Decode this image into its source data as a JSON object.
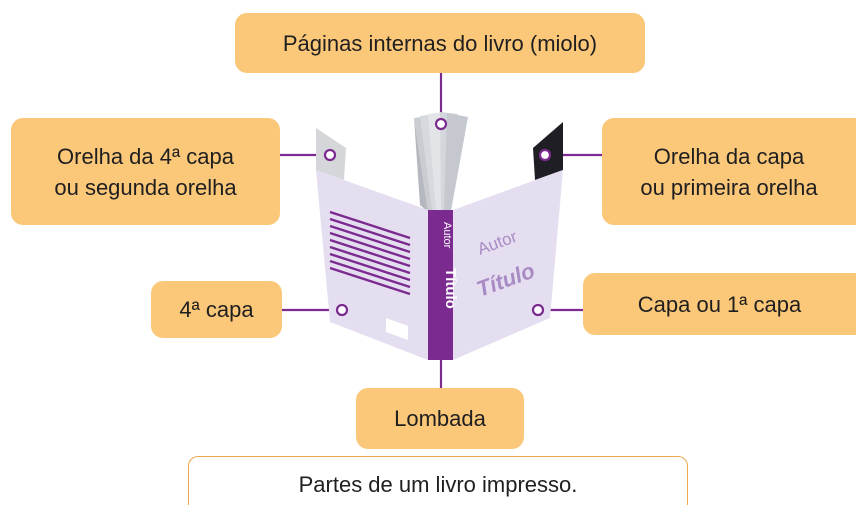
{
  "labels": {
    "miolo": "Páginas internas do livro (miolo)",
    "orelha_quarta_line1": "Orelha da 4ª capa",
    "orelha_quarta_line2": "ou segunda orelha",
    "orelha_capa_line1": "Orelha da capa",
    "orelha_capa_line2": "ou primeira orelha",
    "quarta_capa": "4ª capa",
    "capa": "Capa ou 1ª capa",
    "lombada": "Lombada"
  },
  "book": {
    "spine_author": "Autor",
    "spine_title": "Título",
    "cover_author": "Autor",
    "cover_title": "Título"
  },
  "caption": "Partes de um livro impresso.",
  "colors": {
    "label_bg": "#fbc779",
    "accent_purple": "#7b2a8f",
    "book_cover": "#e5def0",
    "caption_border": "#e9a84b"
  }
}
